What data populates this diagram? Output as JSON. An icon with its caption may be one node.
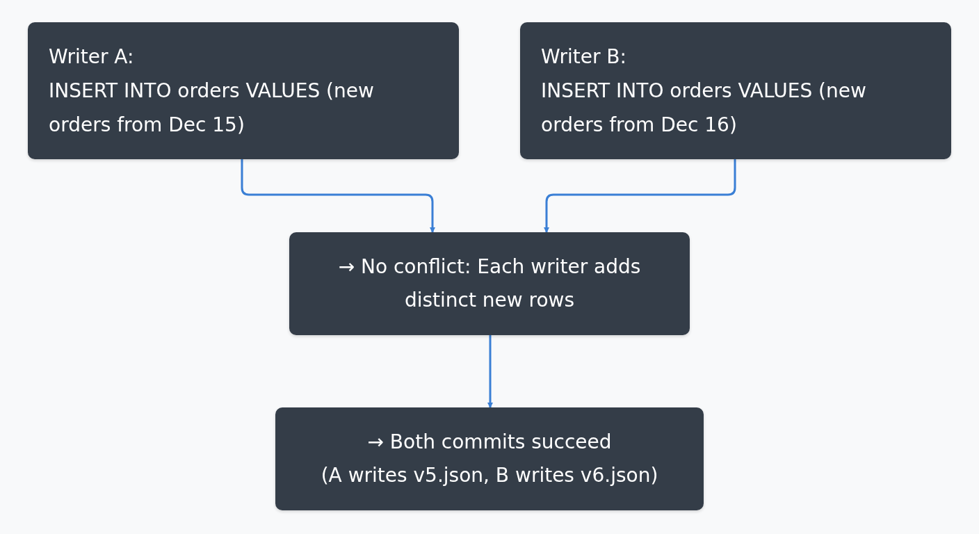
{
  "diagram": {
    "nodes": [
      {
        "text": [
          "Writer A:",
          "INSERT INTO orders VALUES (new orders from Dec 15)"
        ]
      },
      {
        "text": [
          "Writer B:",
          "INSERT INTO orders VALUES (new orders from Dec 16)"
        ]
      },
      {
        "text": [
          "→ No conflict: Each writer adds distinct new rows"
        ]
      },
      {
        "text": [
          "→ Both commits succeed",
          "(A writes v5.json, B writes v6.json)"
        ]
      }
    ],
    "edges": [
      {
        "from": 0,
        "to": 2,
        "arrow": "to"
      },
      {
        "from": 1,
        "to": 2,
        "arrow": "to"
      },
      {
        "from": 2,
        "to": 3,
        "arrow": "to"
      }
    ]
  }
}
